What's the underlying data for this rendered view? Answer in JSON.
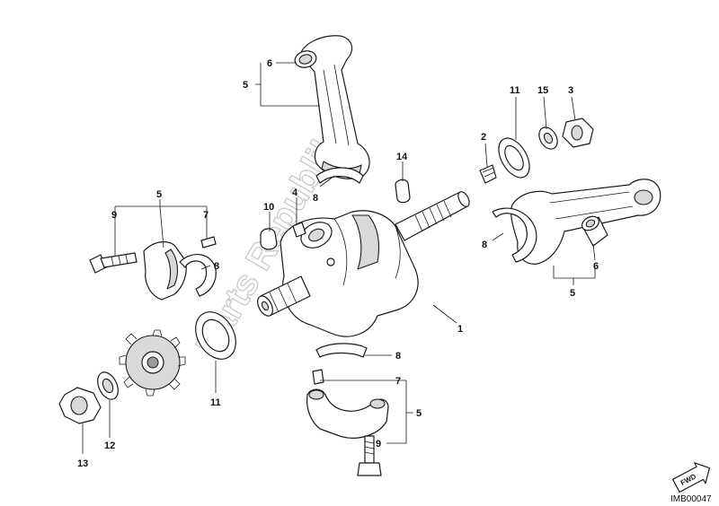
{
  "watermark": "Parts Republik",
  "diagram_code": "IMB00047",
  "direction_badge": "FWD",
  "callouts": [
    {
      "id": "c-6-top",
      "text": "6"
    },
    {
      "id": "c-5-top",
      "text": "5"
    },
    {
      "id": "c-8-top",
      "text": "8"
    },
    {
      "id": "c-14",
      "text": "14"
    },
    {
      "id": "c-4",
      "text": "4"
    },
    {
      "id": "c-10",
      "text": "10"
    },
    {
      "id": "c-5-left",
      "text": "5"
    },
    {
      "id": "c-9-left",
      "text": "9"
    },
    {
      "id": "c-7-left",
      "text": "7"
    },
    {
      "id": "c-8-left",
      "text": "8"
    },
    {
      "id": "c-11-right",
      "text": "11"
    },
    {
      "id": "c-15",
      "text": "15"
    },
    {
      "id": "c-3",
      "text": "3"
    },
    {
      "id": "c-2",
      "text": "2"
    },
    {
      "id": "c-8-right",
      "text": "8"
    },
    {
      "id": "c-6-right",
      "text": "6"
    },
    {
      "id": "c-5-right",
      "text": "5"
    },
    {
      "id": "c-1",
      "text": "1"
    },
    {
      "id": "c-8-bottom",
      "text": "8"
    },
    {
      "id": "c-7-bottom",
      "text": "7"
    },
    {
      "id": "c-5-bottom",
      "text": "5"
    },
    {
      "id": "c-9-bottom",
      "text": "9"
    },
    {
      "id": "c-11-left",
      "text": "11"
    },
    {
      "id": "c-12",
      "text": "12"
    },
    {
      "id": "c-13",
      "text": "13"
    }
  ]
}
